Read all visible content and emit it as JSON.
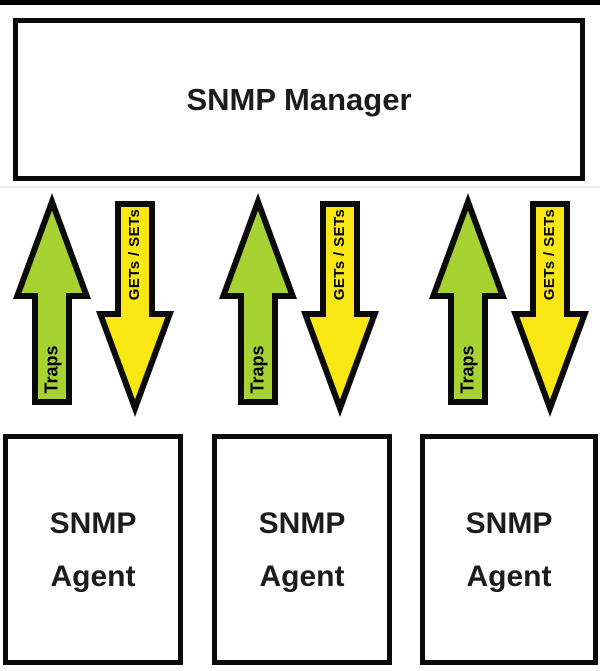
{
  "diagram": {
    "manager": {
      "label": "SNMP Manager"
    },
    "flows": [
      {
        "up_label": "Traps",
        "down_label": "GETs / SETs"
      },
      {
        "up_label": "Traps",
        "down_label": "GETs / SETs"
      },
      {
        "up_label": "Traps",
        "down_label": "GETs / SETs"
      }
    ],
    "agents": [
      {
        "line1": "SNMP",
        "line2": "Agent"
      },
      {
        "line1": "SNMP",
        "line2": "Agent"
      },
      {
        "line1": "SNMP",
        "line2": "Agent"
      }
    ],
    "colors": {
      "traps_arrow_fill": "#A6D331",
      "getsets_arrow_fill": "#F8E713",
      "outline": "#0A0A0A",
      "background": "#FFFFFF"
    }
  }
}
